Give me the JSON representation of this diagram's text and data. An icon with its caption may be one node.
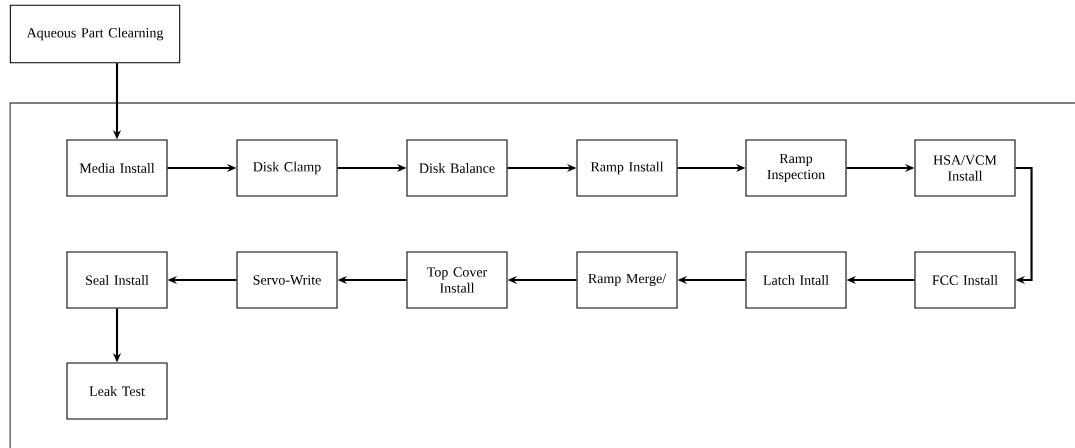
{
  "diagram": {
    "nodes": [
      {
        "text": [
          "Aqueous Part Clearning"
        ]
      },
      {
        "text": [
          "Media Install"
        ]
      },
      {
        "text": [
          "Disk Clamp"
        ]
      },
      {
        "text": [
          "Disk Balance"
        ]
      },
      {
        "text": [
          "Ramp Install"
        ]
      },
      {
        "text": [
          "Ramp Inspection"
        ]
      },
      {
        "text": [
          "HSA/VCM Install"
        ]
      },
      {
        "text": [
          "Seal Install"
        ]
      },
      {
        "text": [
          "Servo-Write"
        ]
      },
      {
        "text": [
          "Top Cover Install"
        ]
      },
      {
        "text": [
          "Ramp Merge/"
        ]
      },
      {
        "text": [
          "Latch Intall"
        ]
      },
      {
        "text": [
          "FCC Install"
        ]
      },
      {
        "text": [
          "Leak Test"
        ]
      }
    ],
    "edges": [
      {
        "from": 0,
        "to": 1,
        "arrow": "to"
      },
      {
        "from": 1,
        "to": 2,
        "arrow": "to"
      },
      {
        "from": 2,
        "to": 3,
        "arrow": "to"
      },
      {
        "from": 3,
        "to": 4,
        "arrow": "to"
      },
      {
        "from": 4,
        "to": 5,
        "arrow": "to"
      },
      {
        "from": 5,
        "to": 6,
        "arrow": "to"
      },
      {
        "from": 6,
        "to": 12,
        "arrow": "to"
      },
      {
        "from": 12,
        "to": 11,
        "arrow": "to"
      },
      {
        "from": 11,
        "to": 10,
        "arrow": "to"
      },
      {
        "from": 10,
        "to": 9,
        "arrow": "to"
      },
      {
        "from": 9,
        "to": 8,
        "arrow": "to"
      },
      {
        "from": 8,
        "to": 7,
        "arrow": "to"
      },
      {
        "from": 7,
        "to": 13,
        "arrow": "to"
      }
    ]
  }
}
